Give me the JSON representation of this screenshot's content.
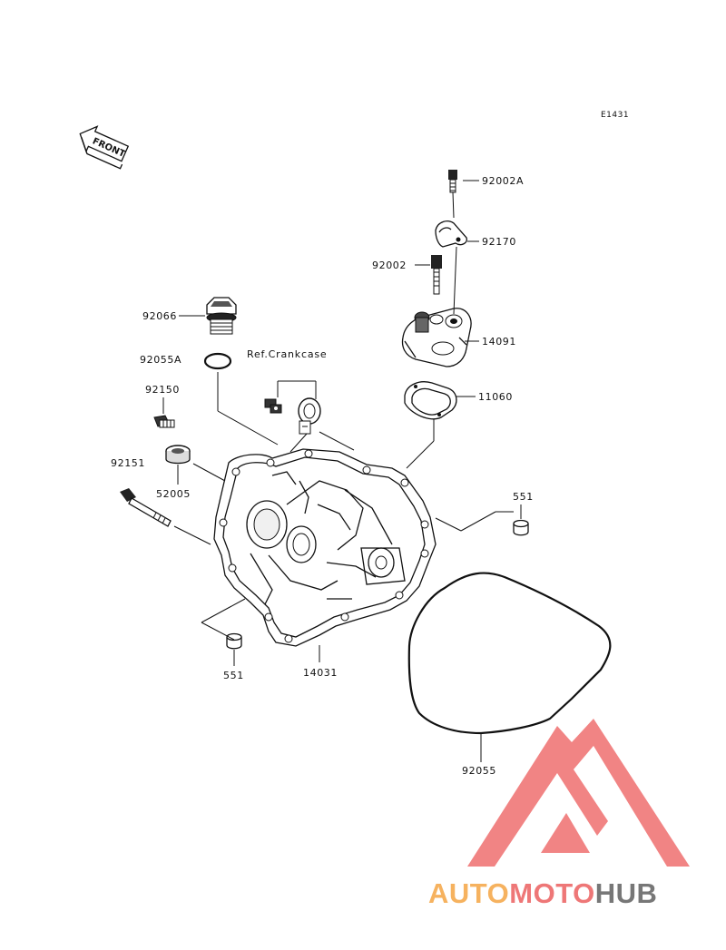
{
  "diagram": {
    "code": "E1431",
    "front_label": "FRONT",
    "ref_note": "Ref.Crankcase",
    "labels": {
      "l92002A": "92002A",
      "l92170": "92170",
      "l92002": "92002",
      "l14091": "14091",
      "l11060": "11060",
      "l92066": "92066",
      "l92055A": "92055A",
      "l92150": "92150",
      "l92151": "92151",
      "l52005": "52005",
      "l551_right": "551",
      "l551_left": "551",
      "l14031": "14031",
      "l92055": "92055"
    }
  },
  "watermark": {
    "part1": "AUTO",
    "part2": "MOTO",
    "part3": "HUB",
    "colors": {
      "auto": "#f6b25f",
      "moto": "#ee7777",
      "hub": "#777777",
      "triangle": "#ee6f6f"
    }
  }
}
